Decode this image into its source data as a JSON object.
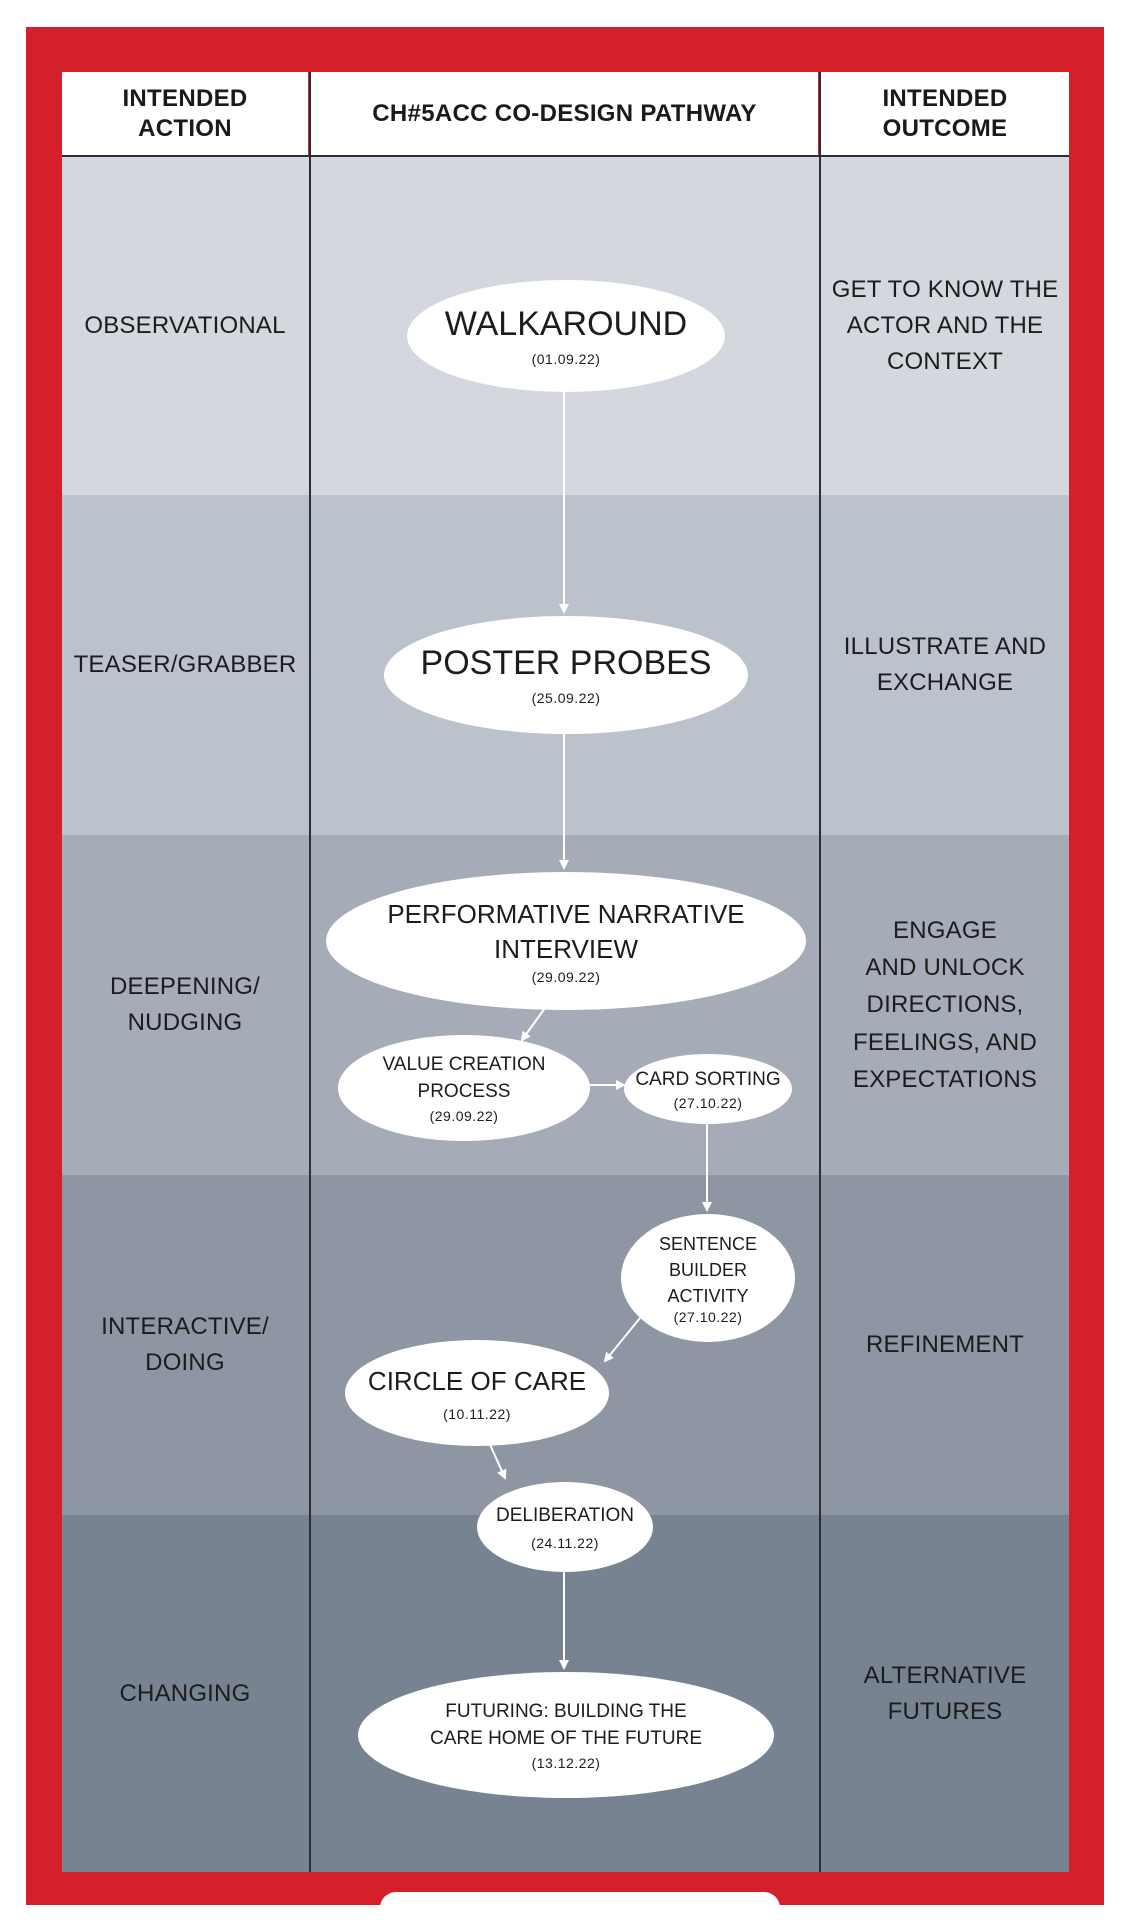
{
  "header": {
    "left": "INTENDED\nACTION",
    "center": "CH#5ACC CO-DESIGN PATHWAY",
    "right": "INTENDED\nOUTCOME"
  },
  "colors": {
    "frame": "#d4202a",
    "bands": [
      "#d4d8de",
      "#bcc2cb",
      "#a5acb7",
      "#8d96a2",
      "#788391"
    ],
    "node": "#ffffff",
    "lines": "#2a2e35"
  },
  "rows": [
    {
      "action": "OBSERVATIONAL",
      "outcome": "GET TO KNOW THE\nACTOR AND THE\nCONTEXT"
    },
    {
      "action": "TEASER/GRABBER",
      "outcome": "ILLUSTRATE AND\nEXCHANGE"
    },
    {
      "action": "DEEPENING/\nNUDGING",
      "outcome": "ENGAGE\nAND UNLOCK\nDIRECTIONS,\nFEELINGS, AND\nEXPECTATIONS"
    },
    {
      "action": "INTERACTIVE/\nDOING",
      "outcome": "REFINEMENT"
    },
    {
      "action": "CHANGING",
      "outcome": "ALTERNATIVE\nFUTURES"
    }
  ],
  "nodes": {
    "walkaround": {
      "title": "WALKAROUND",
      "date": "(01.09.22)"
    },
    "poster_probes": {
      "title": "POSTER PROBES",
      "date": "(25.09.22)"
    },
    "narrative_interview": {
      "title": "PERFORMATIVE NARRATIVE\nINTERVIEW",
      "date": "(29.09.22)"
    },
    "value_creation": {
      "title": "VALUE CREATION\nPROCESS",
      "date": "(29.09.22)"
    },
    "card_sorting": {
      "title": "CARD SORTING",
      "date": "(27.10.22)"
    },
    "sentence_builder": {
      "title": "SENTENCE\nBUILDER\nACTIVITY",
      "date": "(27.10.22)"
    },
    "circle_of_care": {
      "title": "CIRCLE OF CARE",
      "date": "(10.11.22)"
    },
    "deliberation": {
      "title": "DELIBERATION",
      "date": "(24.11.22)"
    },
    "futuring": {
      "title": "FUTURING: BUILDING THE\nCARE HOME OF THE FUTURE",
      "date": "(13.12.22)"
    }
  }
}
